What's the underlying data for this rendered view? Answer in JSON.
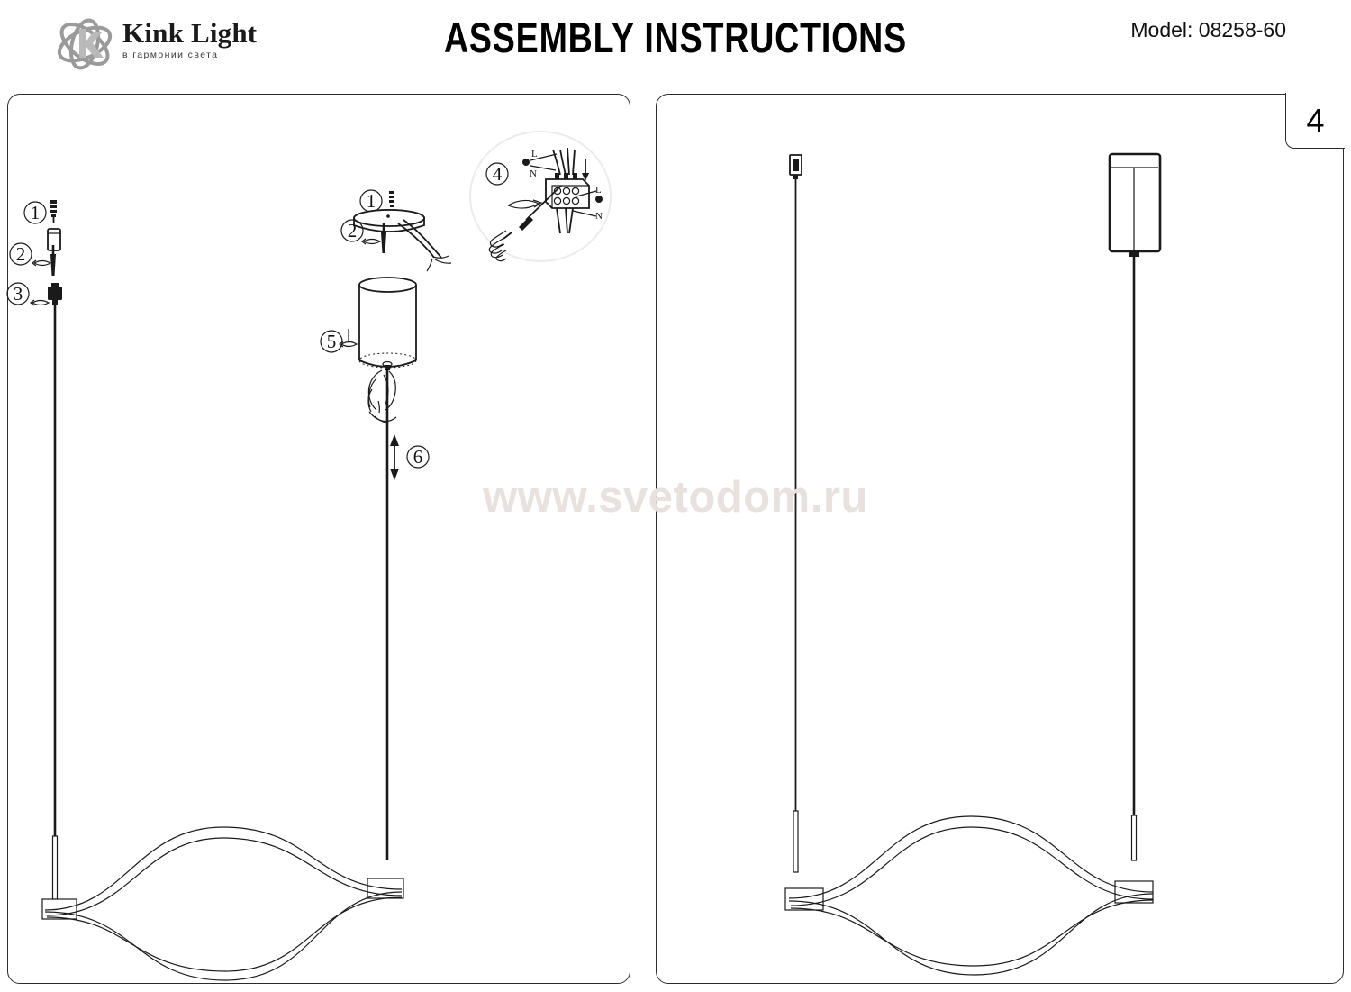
{
  "header": {
    "brand_name": "Kink Light",
    "brand_tagline": "в гармонии света",
    "logo_icon": "kink-light-orbit-logo",
    "title": "ASSEMBLY INSTRUCTIONS",
    "model": "Model: 08258-60"
  },
  "page": {
    "number": "4",
    "watermark": "www.svetodom.ru",
    "watermark_color": "#e9e1dd"
  },
  "panels": {
    "left": {
      "name": "installation-steps-panel",
      "parts_list": [
        {
          "step": "①",
          "icon": "screw-icon",
          "label": "1"
        },
        {
          "step": "②",
          "icon": "wall-anchor-icon",
          "label": "2"
        },
        {
          "step": "③",
          "icon": "cable-gripper-icon",
          "label": "3"
        }
      ],
      "steps": [
        {
          "step": "①",
          "icon": "ceiling-plate-icon",
          "label": "1"
        },
        {
          "step": "②",
          "icon": "screwdriver-icon",
          "label": "2"
        },
        {
          "step": "④",
          "icon": "terminal-block-icon",
          "label": "4"
        },
        {
          "step": "⑤",
          "icon": "rotate-arrow-icon",
          "label": "5"
        },
        {
          "step": "⑥",
          "icon": "up-down-arrow-icon",
          "label": "6"
        }
      ],
      "wiring_labels": {
        "line_top": "L",
        "neutral_top": "N",
        "line_bottom": "L",
        "neutral_bottom": "N"
      }
    },
    "right": {
      "name": "assembled-view-panel",
      "components": [
        {
          "icon": "cable-gripper-icon"
        },
        {
          "icon": "driver-cylinder-icon"
        },
        {
          "icon": "wave-lamp-body-icon"
        }
      ]
    }
  }
}
